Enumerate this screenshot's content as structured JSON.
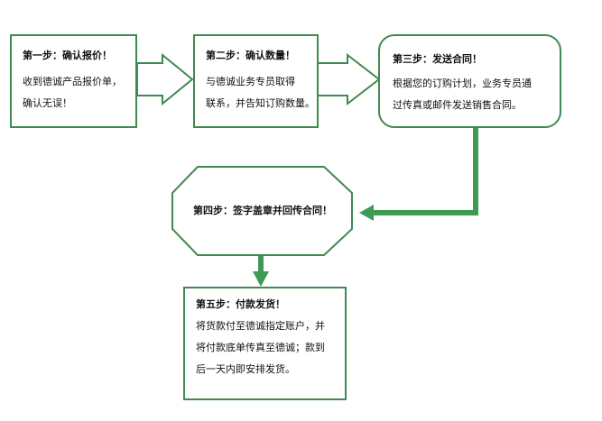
{
  "steps": [
    {
      "title": "第一步：确认报价！",
      "lines": [
        "收到德诚产品报价单，",
        "确认无误！"
      ]
    },
    {
      "title": "第二步：确认数量！",
      "lines": [
        "与德诚业务专员取得",
        "联系，并告知订购数量。"
      ]
    },
    {
      "title": "第三步：发送合同！",
      "lines": [
        "根据您的订购计划，业务专员通",
        "过传真或邮件发送销售合同。"
      ]
    },
    {
      "title": "第四步：签字盖章并回传合同！",
      "lines": []
    },
    {
      "title": "第五步：付款发货！",
      "lines": [
        "将货款付至德诚指定账户，并",
        "将付款底单传真至德诚；款到",
        "后一天内即安排发货。"
      ]
    }
  ],
  "colors": {
    "border": "#3f8a4f",
    "connector": "#3f9a55"
  }
}
